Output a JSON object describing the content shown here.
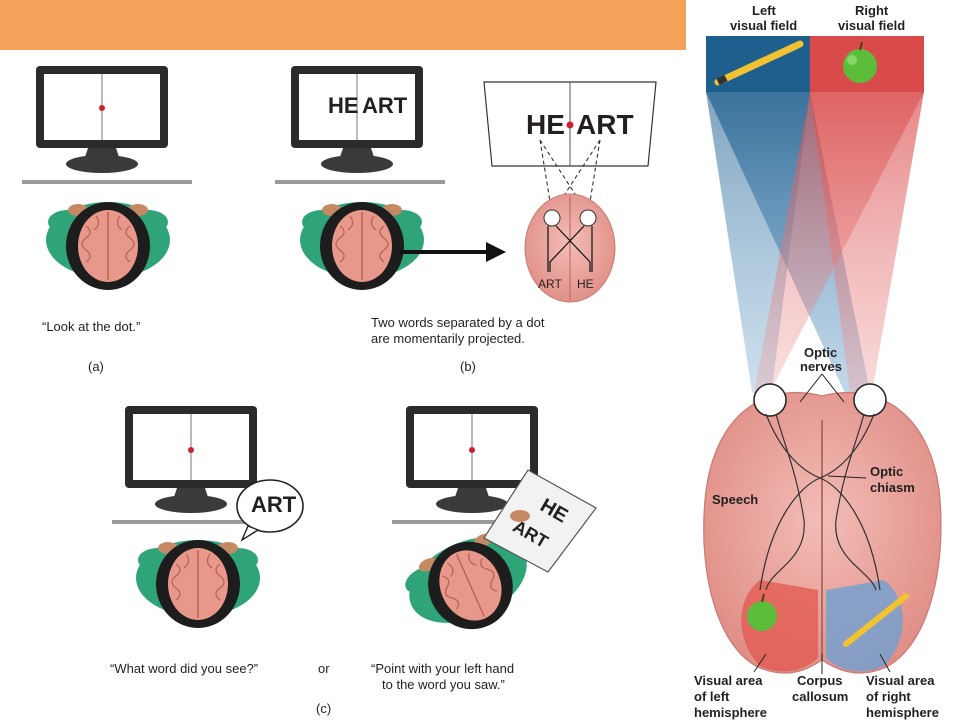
{
  "left_panel": {
    "caption_a": "“Look at the dot.”",
    "caption_b_line1": "Two words separated by a dot",
    "caption_b_line2": "are momentarily projected.",
    "caption_c_left": "“What word did you see?”",
    "caption_c_or": "or",
    "caption_c_right_line1": "“Point with your left hand",
    "caption_c_right_line2": "to the word you saw.”",
    "label_a": "(a)",
    "label_b": "(b)",
    "label_c": "(c)",
    "screen_word_left": "HE",
    "screen_word_right": "ART",
    "brain_out_left": "ART",
    "brain_out_right": "HE",
    "speech_bubble": "ART",
    "card_word_top": "HE",
    "card_word_bottom": "ART"
  },
  "right_panel": {
    "left_field_line1": "Left",
    "left_field_line2": "visual field",
    "right_field_line1": "Right",
    "right_field_line2": "visual field",
    "optic_nerves_line1": "Optic",
    "optic_nerves_line2": "nerves",
    "optic_chiasm_line1": "Optic",
    "optic_chiasm_line2": "chiasm",
    "speech": "Speech",
    "corpus_line1": "Corpus",
    "corpus_line2": "callosum",
    "visual_left_line1": "Visual area",
    "visual_left_line2": "of left",
    "visual_left_line3": "hemisphere",
    "visual_right_line1": "Visual area",
    "visual_right_line2": "of right",
    "visual_right_line3": "hemisphere"
  },
  "colors": {
    "banner": "#f5a15a",
    "left_field": "#1f5f8e",
    "right_field": "#d94a4a",
    "shirt": "#2fa479",
    "brain": "#e89b93"
  }
}
